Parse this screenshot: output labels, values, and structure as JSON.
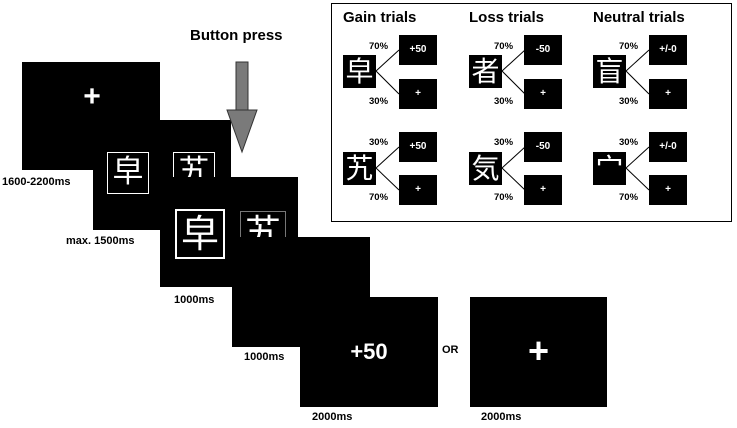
{
  "timeline": {
    "fixation_symbol": "+",
    "fixation_duration": "1600-2200ms",
    "choice_duration": "max. 1500ms",
    "choice_left": "皁",
    "choice_right": "艽",
    "feedback_duration": "1000ms",
    "blank_duration": "1000ms",
    "button_press": "Button press",
    "outcome_gain": "+50",
    "outcome_gain_duration": "2000ms",
    "or_label": "OR",
    "outcome_neutral": "+",
    "outcome_neutral_duration": "2000ms"
  },
  "legend": {
    "columns": [
      {
        "title": "Gain trials",
        "cues": [
          {
            "char": "皁",
            "top_pct": "70%",
            "top_outcome": "+50",
            "bottom_pct": "30%",
            "bottom_outcome": "+"
          },
          {
            "char": "艽",
            "top_pct": "30%",
            "top_outcome": "+50",
            "bottom_pct": "70%",
            "bottom_outcome": "+"
          }
        ]
      },
      {
        "title": "Loss trials",
        "cues": [
          {
            "char": "者",
            "top_pct": "70%",
            "top_outcome": "-50",
            "bottom_pct": "30%",
            "bottom_outcome": "+"
          },
          {
            "char": "気",
            "top_pct": "30%",
            "top_outcome": "-50",
            "bottom_pct": "70%",
            "bottom_outcome": "+"
          }
        ]
      },
      {
        "title": "Neutral trials",
        "cues": [
          {
            "char": "盲",
            "top_pct": "70%",
            "top_outcome": "+/-0",
            "bottom_pct": "30%",
            "bottom_outcome": "+"
          },
          {
            "char": "宀",
            "top_pct": "30%",
            "top_outcome": "+/-0",
            "bottom_pct": "70%",
            "bottom_outcome": "+"
          }
        ]
      }
    ]
  },
  "colors": {
    "screen": "#000000",
    "arrow": "#7a7a7a",
    "background": "#ffffff"
  }
}
